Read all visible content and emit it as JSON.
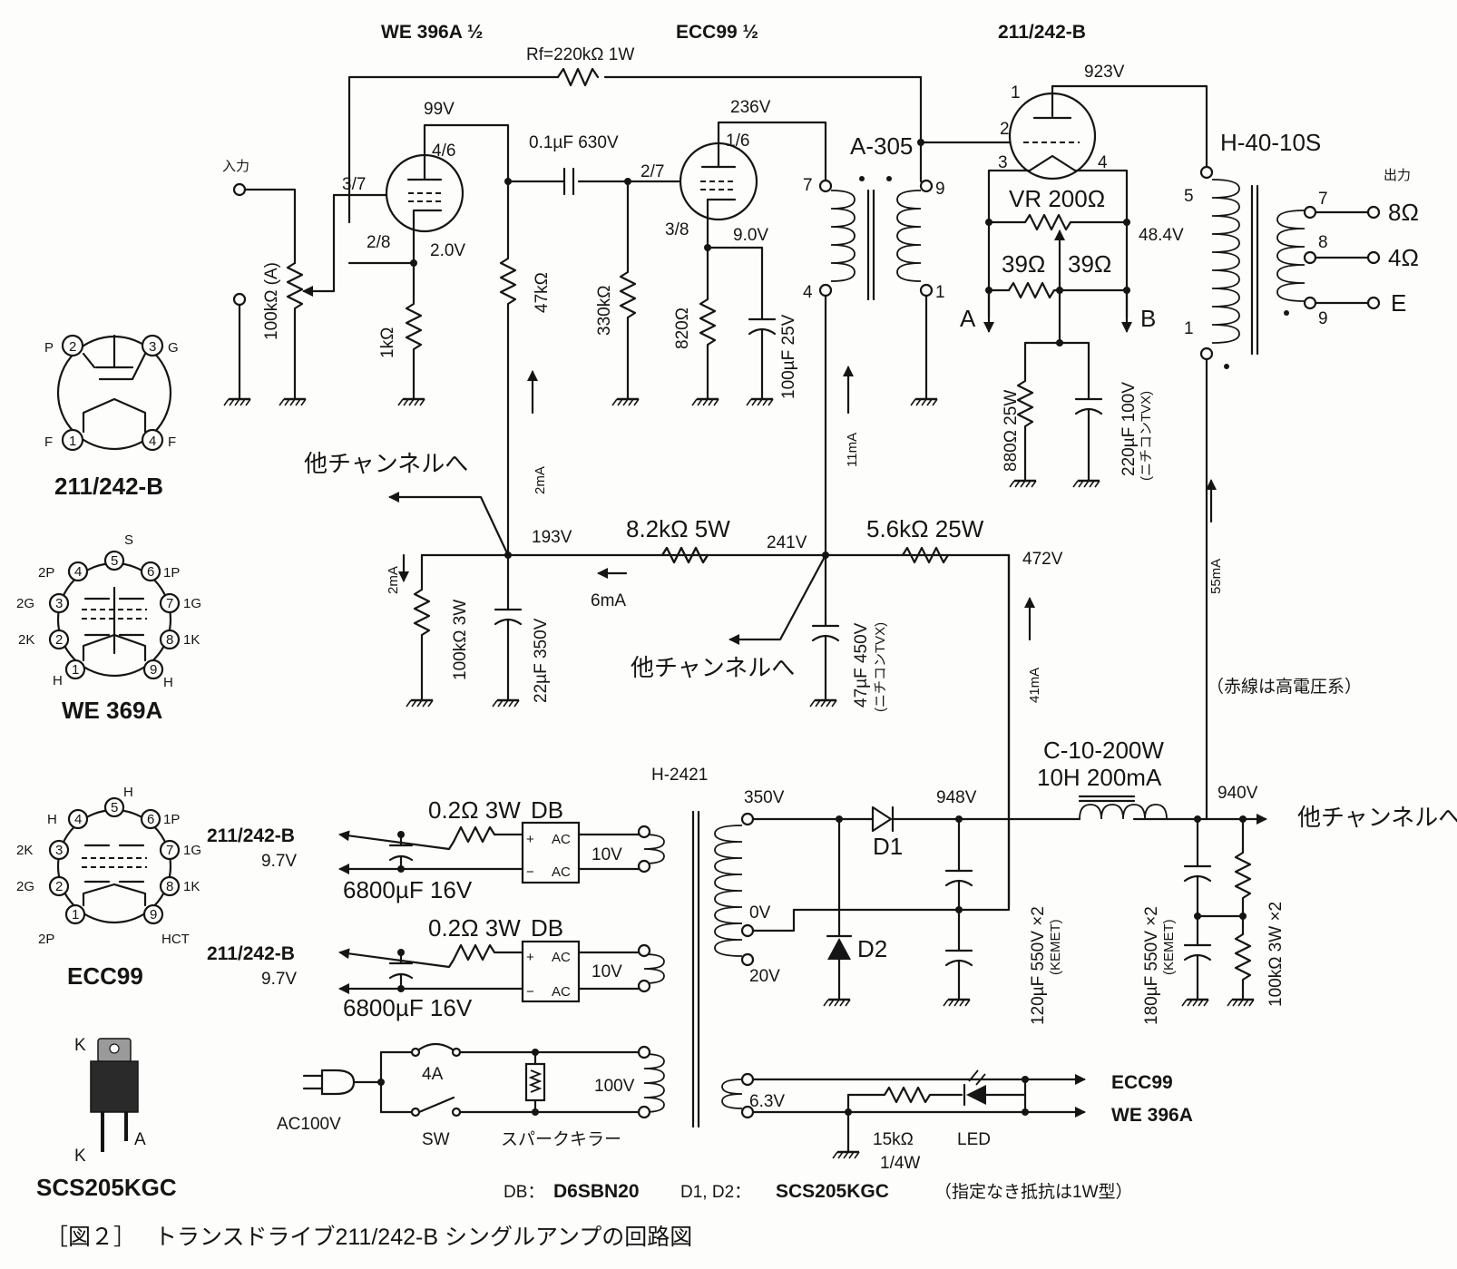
{
  "title": {
    "figure_no": "［図２］",
    "text": "トランスドライブ211/242-B シングルアンプの回路図"
  },
  "tubes": {
    "v1": "WE 396A ½",
    "v2": "ECC99 ½",
    "v3": "211/242-B"
  },
  "top": {
    "rf": "Rf=220kΩ 1W",
    "v1_plate_v": "99V",
    "v1_pin_plate": "4/6",
    "v1_pin_grid": "3/7",
    "v1_pin_cathode": "2/8",
    "v1_cathode_v": "2.0V",
    "coupling_cap": "0.1µF 630V",
    "v2_plate_v": "236V",
    "v2_pin_plate": "1/6",
    "v2_pin_grid": "2/7",
    "v2_pin_cathode": "3/8",
    "v2_cathode_v": "9.0V",
    "pin1": "1",
    "pin2": "2",
    "pin3": "3",
    "pin4": "4",
    "v3_plate_v": "923V",
    "interstage": "A-305",
    "it_pin7": "7",
    "it_pin9": "9",
    "it_pin4": "4",
    "it_pin1": "1",
    "output_tf": "H-40-10S",
    "ot_pin5": "5",
    "ot_pin1": "1",
    "ot_pin7": "7",
    "ot_pin8": "8",
    "ot_pin9": "9",
    "output_label": "出力",
    "out_8": "8Ω",
    "out_4": "4Ω",
    "out_e": "E",
    "input_label": "入力",
    "vol": "100kΩ (A)",
    "r_1k": "1kΩ",
    "r_47k": "47kΩ",
    "r_330k": "330kΩ",
    "r_820": "820Ω",
    "c_100u": "100µF 25V",
    "vr": "VR 200Ω",
    "fil_v": "48.4V",
    "r39a": "39Ω",
    "r39b": "39Ω",
    "a": "A",
    "b": "B",
    "r_880": "880Ω 25W",
    "c_220": "220µF 100V",
    "c_220_note": "(ニチコンTVX)"
  },
  "mid": {
    "other_ch1": "他チャンネルへ",
    "other_ch2": "他チャンネルへ",
    "v193": "193V",
    "v241": "241V",
    "v472": "472V",
    "r_82k": "8.2kΩ 5W",
    "r_56k": "5.6kΩ 25W",
    "i_2ma_a": "2mA",
    "i_2ma_b": "2mA",
    "i_6ma": "6mA",
    "i_11ma": "11mA",
    "i_41ma": "41mA",
    "i_55ma": "55mA",
    "r_100k3w": "100kΩ 3W",
    "c_22u": "22µF 350V",
    "c_47u": "47µF 450V",
    "c_47u_note": "(ニチコンTVX)",
    "red_note": "（赤線は高電圧系）"
  },
  "psu": {
    "ptrans": "H-2421",
    "tap350": "350V",
    "tap0": "0V",
    "tap20": "20V",
    "v948": "948V",
    "v940": "940V",
    "choke1": "C-10-200W",
    "choke2": "10H 200mA",
    "other_ch": "他チャンネルへ",
    "d1": "D1",
    "d2": "D2",
    "c120": "120µF 550V ×2",
    "c120_note": "(KEMET)",
    "c180": "180µF 550V ×2",
    "c180_note": "(KEMET)",
    "r100k": "100kΩ 3W ×2",
    "fil1_to": "211/242-B",
    "fil1_v": "9.7V",
    "fil1_r": "0.2Ω 3W",
    "fil1_db": "DB",
    "fil1_c": "6800µF 16V",
    "fil1_sec": "10V",
    "fil2_to": "211/242-B",
    "fil2_v": "9.7V",
    "fil2_r": "0.2Ω 3W",
    "fil2_db": "DB",
    "fil2_c": "6800µF 16V",
    "fil2_sec": "10V",
    "ac_plus": "+",
    "ac_minus": "−",
    "ac": "AC",
    "fuse": "4A",
    "primary": "100V",
    "ac_in": "AC100V",
    "sw": "SW",
    "spark": "スパークキラー",
    "heater": "6.3V",
    "r15k": "15kΩ",
    "r15k_w": "1/4W",
    "led": "LED",
    "to_ecc99": "ECC99",
    "to_we396": "WE 396A"
  },
  "pinouts": {
    "p211": {
      "name": "211/242-B",
      "P": "P",
      "G": "G",
      "F1": "F",
      "F2": "F",
      "n1": "1",
      "n2": "2",
      "n3": "3",
      "n4": "4"
    },
    "p369": {
      "name": "WE 369A",
      "s": "S",
      "p2": "2P",
      "p1": "1P",
      "g2": "2G",
      "g1": "1G",
      "k2": "2K",
      "k1": "1K",
      "h1": "H",
      "h2": "H",
      "n1": "1",
      "n2": "2",
      "n3": "3",
      "n4": "4",
      "n5": "5",
      "n6": "6",
      "n7": "7",
      "n8": "8",
      "n9": "9"
    },
    "ecc99": {
      "name": "ECC99",
      "h": "H",
      "h2": "H",
      "p1": "1P",
      "k2": "2K",
      "g1": "1G",
      "g2": "2G",
      "k1": "1K",
      "p2": "2P",
      "hct": "HCT",
      "n1": "1",
      "n2": "2",
      "n3": "3",
      "n4": "4",
      "n5": "5",
      "n6": "6",
      "n7": "7",
      "n8": "8",
      "n9": "9"
    },
    "diode": {
      "name": "SCS205KGC",
      "k1": "K",
      "k2": "K",
      "a": "A"
    }
  },
  "legend": {
    "db": "DB：",
    "db_part": "D6SBN20",
    "d": "D1, D2：",
    "d_part": "SCS205KGC",
    "note": "（指定なき抵抗は1W型）"
  }
}
